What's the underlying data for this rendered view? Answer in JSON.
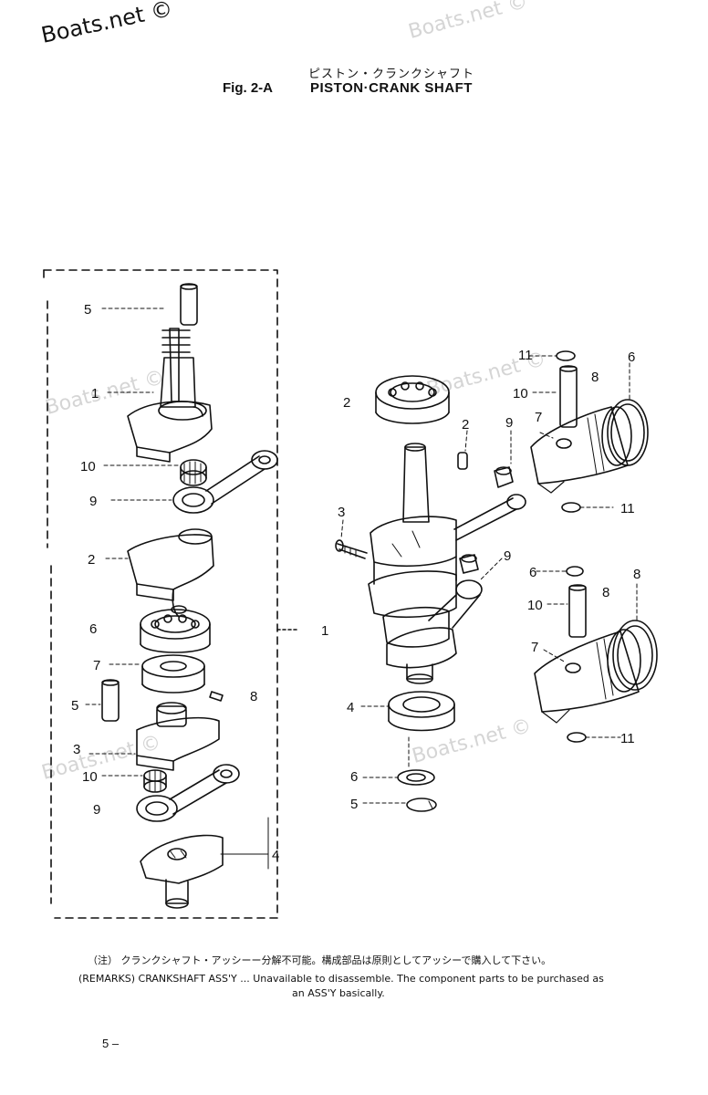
{
  "watermarks": {
    "main": "Boats.net ©",
    "faint": "Boats.net ©"
  },
  "header": {
    "title_jp": "ピストン・クランクシャフト",
    "fig": "Fig. 2-A",
    "title_en": "PISTON·CRANK SHAFT"
  },
  "callouts": {
    "left": [
      "5",
      "1",
      "10",
      "9",
      "2",
      "6",
      "7",
      "5",
      "8",
      "3",
      "10",
      "9",
      "4",
      "1"
    ],
    "right": [
      "2",
      "2",
      "3",
      "9",
      "11",
      "10",
      "7",
      "8",
      "6",
      "9",
      "11",
      "10",
      "8",
      "7",
      "8",
      "11",
      "6",
      "4",
      "6",
      "5"
    ]
  },
  "remarks": {
    "jp": "（注） クランクシャフト・アッシーー分解不可能。構成部品は原則としてアッシーで購入して下さい。",
    "en1": "(REMARKS) CRANKSHAFT ASS'Y ... Unavailable to disassemble. The component parts to be purchased as",
    "en2": "an ASS'Y basically."
  },
  "page_number": "5 –"
}
